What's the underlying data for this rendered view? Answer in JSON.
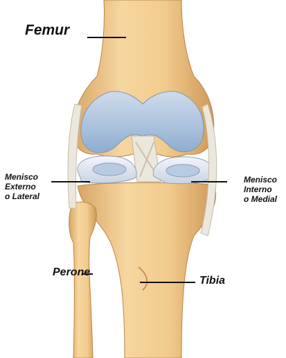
{
  "labels": {
    "femur": "Femur",
    "menisco_externo": [
      "Menisco",
      "Externo",
      "o Lateral"
    ],
    "menisco_interno": [
      "Menisco",
      "Interno",
      "o Medial"
    ],
    "perone": "Perone",
    "tibia": "Tibia"
  },
  "colors": {
    "bone": "#f1c98a",
    "bone_shadow": "#c99350",
    "cartilage": "#a9c1dc",
    "meniscus": "#e7ecf4",
    "ligament": "#e9e6dc",
    "leader_line": "#111111"
  }
}
